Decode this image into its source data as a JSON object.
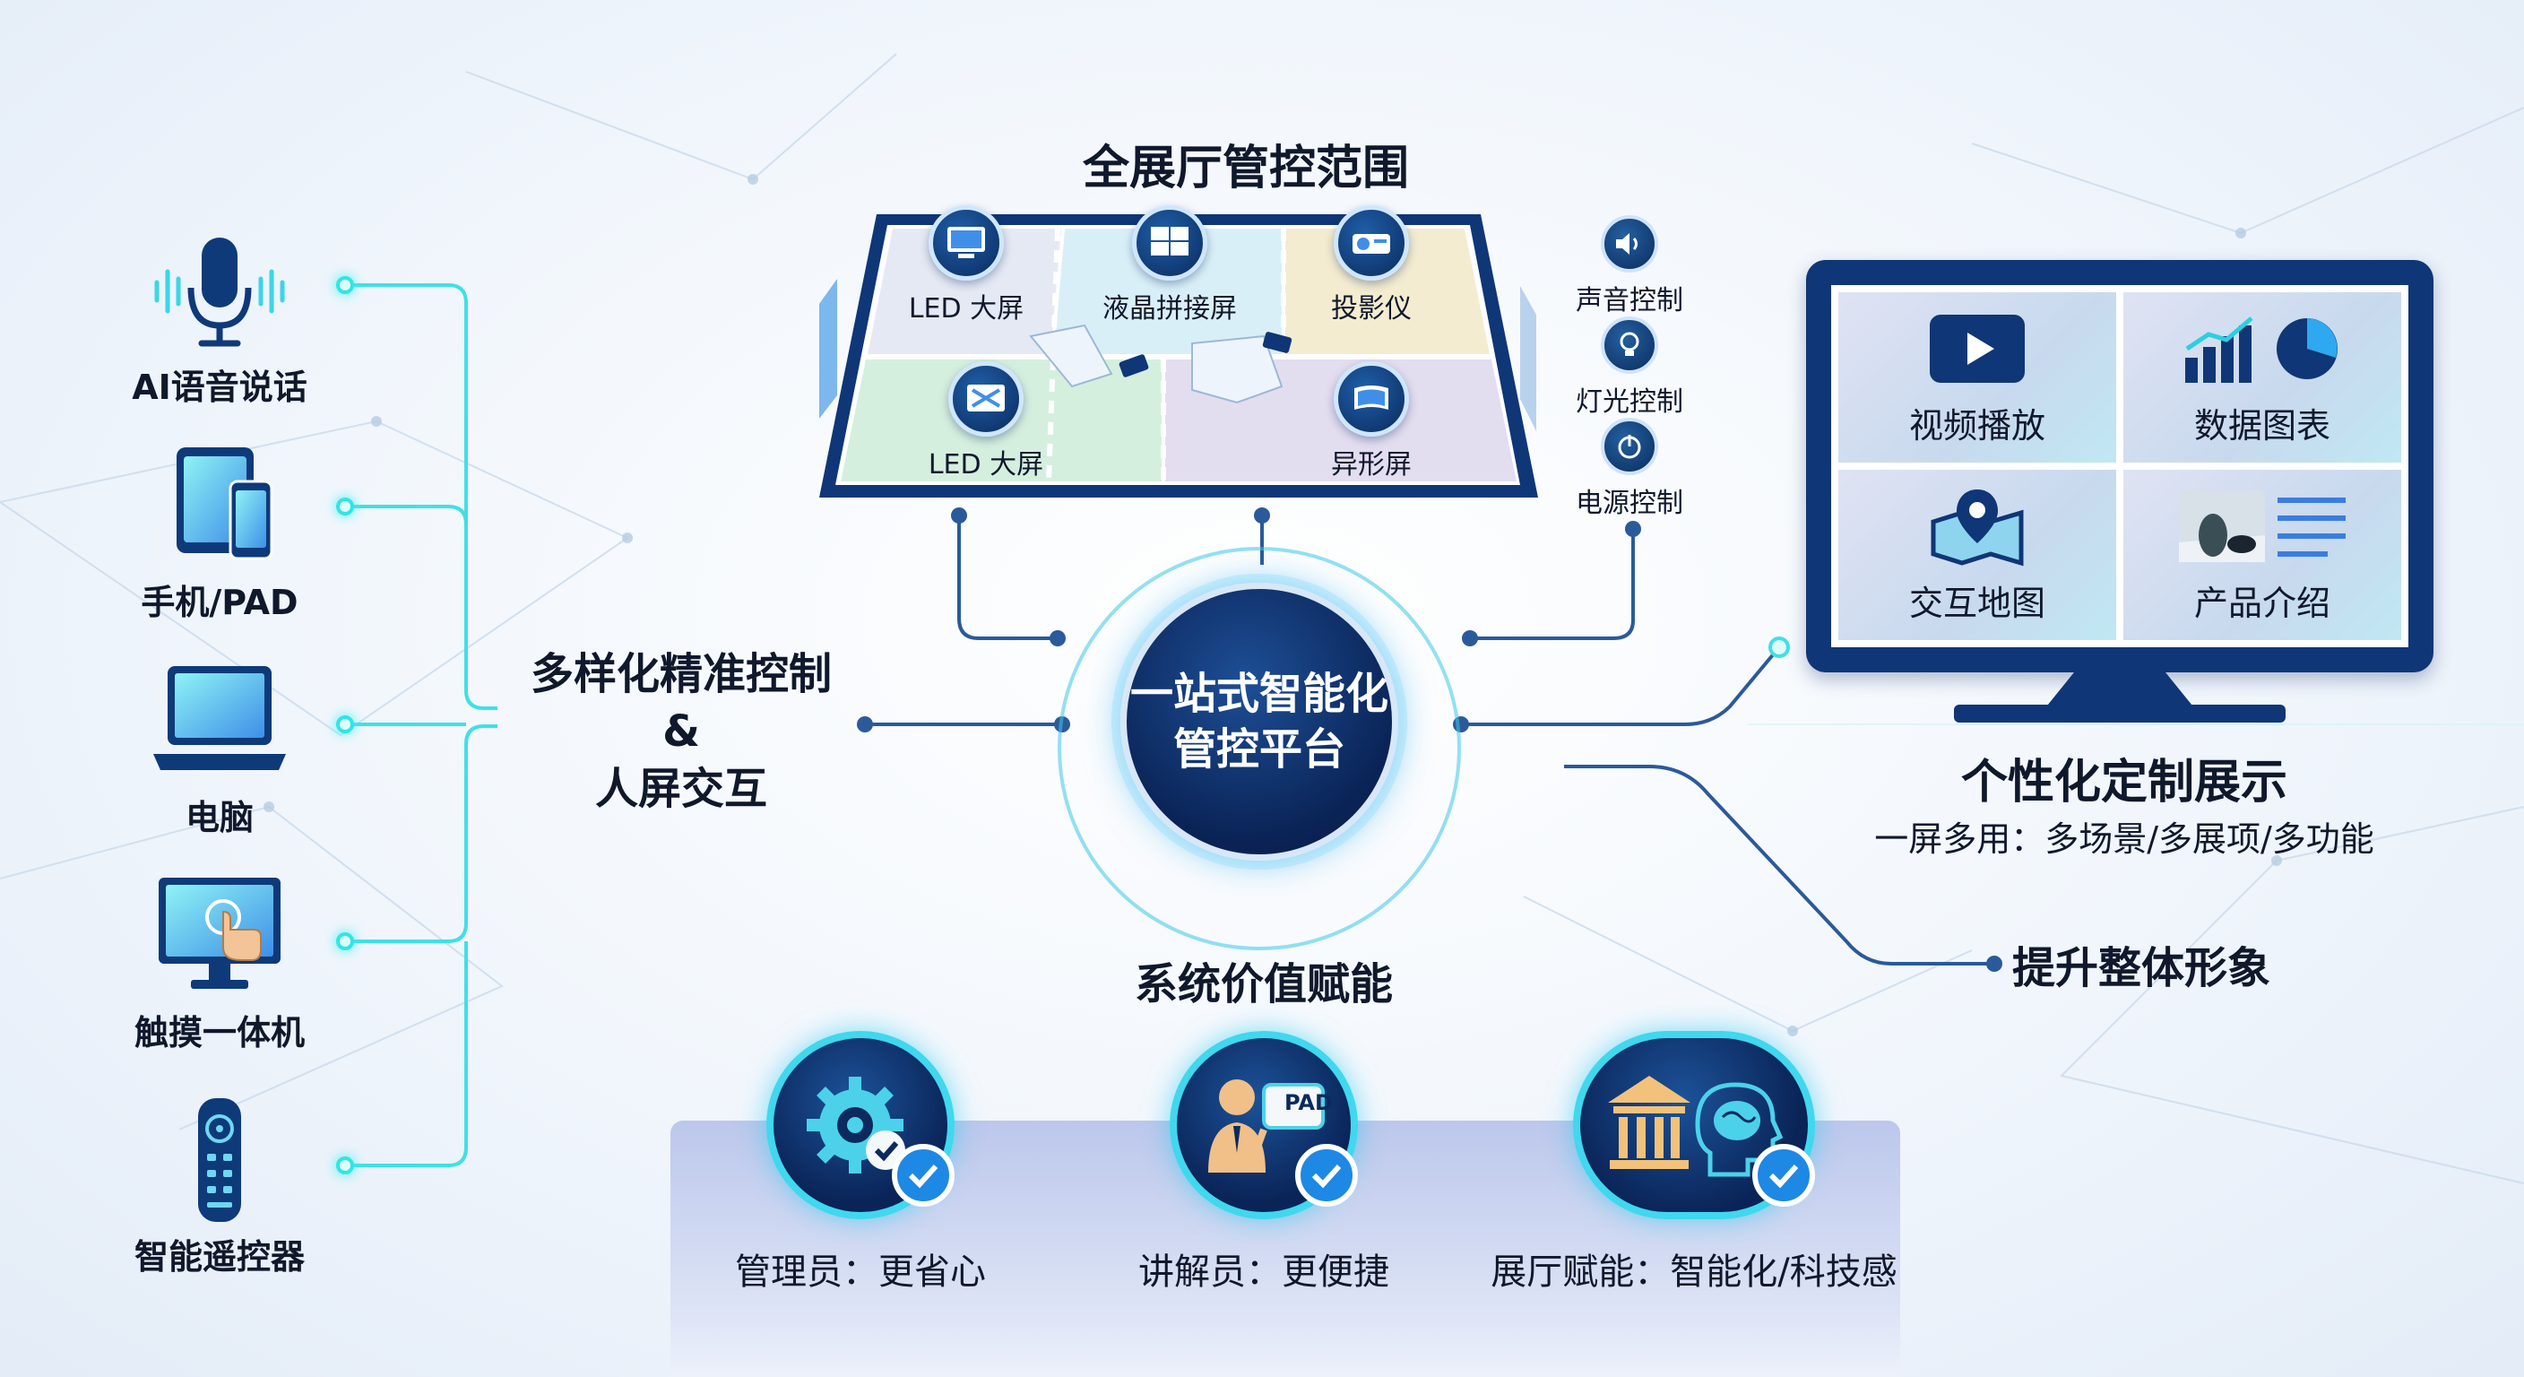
{
  "hall": {
    "title": "全展厅管控范围",
    "zones": [
      "LED 大屏",
      "液晶拼接屏",
      "投影仪",
      "LED 大屏",
      "异形屏"
    ]
  },
  "controls": [
    {
      "label": "声音控制",
      "icon": "speaker-icon"
    },
    {
      "label": "灯光控制",
      "icon": "lightbulb-icon"
    },
    {
      "label": "电源控制",
      "icon": "power-icon"
    }
  ],
  "devices": [
    {
      "label": "AI语音说话",
      "icon": "microphone-icon"
    },
    {
      "label": "手机/PAD",
      "icon": "tablet-phone-icon"
    },
    {
      "label": "电脑",
      "icon": "laptop-icon"
    },
    {
      "label": "触摸一体机",
      "icon": "touch-screen-icon"
    },
    {
      "label": "智能遥控器",
      "icon": "remote-control-icon"
    }
  ],
  "interaction": {
    "line1": "多样化精准控制",
    "line2": "&",
    "line3": "人屏交互"
  },
  "hub": {
    "line1": "一站式智能化",
    "line2": "管控平台"
  },
  "display": {
    "cells": [
      "视频播放",
      "数据图表",
      "交互地图",
      "产品介绍"
    ],
    "title": "个性化定制展示",
    "subtitle": "一屏多用：多场景/多展项/多功能"
  },
  "image_boost": "提升整体形象",
  "value": {
    "title": "系统价值赋能",
    "items": [
      {
        "label": "管理员：更省心",
        "icon": "gear-check-icon"
      },
      {
        "label": "讲解员：更便捷",
        "icon": "presenter-pad-icon",
        "badge": "PAD"
      },
      {
        "label": "展厅赋能：智能化/科技感",
        "icon": "museum-brain-icon"
      }
    ]
  },
  "colors": {
    "navy": "#0a2458",
    "accent": "#2ee6e6",
    "line": "#2a5a9a",
    "text": "#10182c"
  }
}
